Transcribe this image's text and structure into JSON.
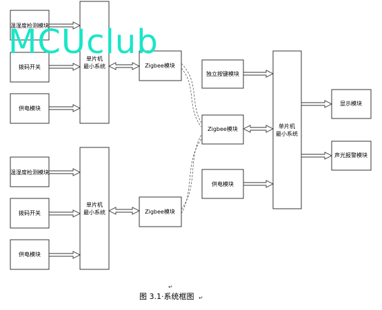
{
  "diagram": {
    "boxes": {
      "left1": {
        "sensor": "温湿度检测模块",
        "switch": "拨码开关",
        "power": "供电模块",
        "mcu_line1": "单片机",
        "mcu_line2": "最小系统",
        "zigbee": "Zigbee模块"
      },
      "left2": {
        "sensor": "温湿度检测模块",
        "switch": "拨码开关",
        "power": "供电模块",
        "mcu_line1": "单片机",
        "mcu_line2": "最小系统",
        "zigbee": "Zigbee模块"
      },
      "right": {
        "keys": "独立按键模块",
        "zigbee": "Zigbee模块",
        "power": "供电模块",
        "mcu_line1": "单片机",
        "mcu_line2": "最小系统",
        "display": "显示模块",
        "alarm": "声光报警模块"
      }
    },
    "caption": "图 3.1·系统框图",
    "caption_mark": "↵",
    "top_mark": "↵"
  },
  "watermark": {
    "text": "MCUclub",
    "color": "#18e6c8"
  }
}
